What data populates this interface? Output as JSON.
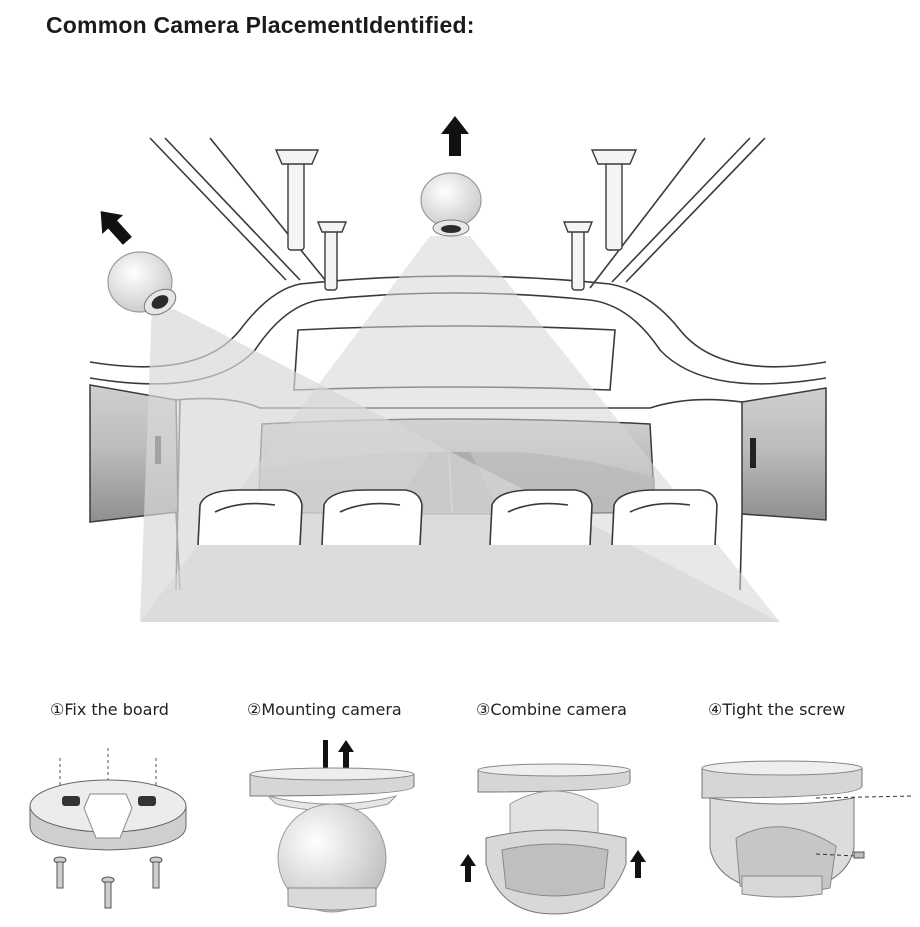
{
  "title": "Common Camera PlacementIdentified:",
  "steps": [
    {
      "label": "①Fix the board"
    },
    {
      "label": "②Mounting camera"
    },
    {
      "label": "③Combine camera"
    },
    {
      "label": "④Tight the screw"
    }
  ],
  "colors": {
    "cone": "#d9d9d9",
    "line": "#3a3a3a",
    "camera_body": "#ececec",
    "arrow": "#111111"
  },
  "icons": [
    "up-arrow-icon",
    "dome-camera-icon",
    "screw-icon"
  ]
}
